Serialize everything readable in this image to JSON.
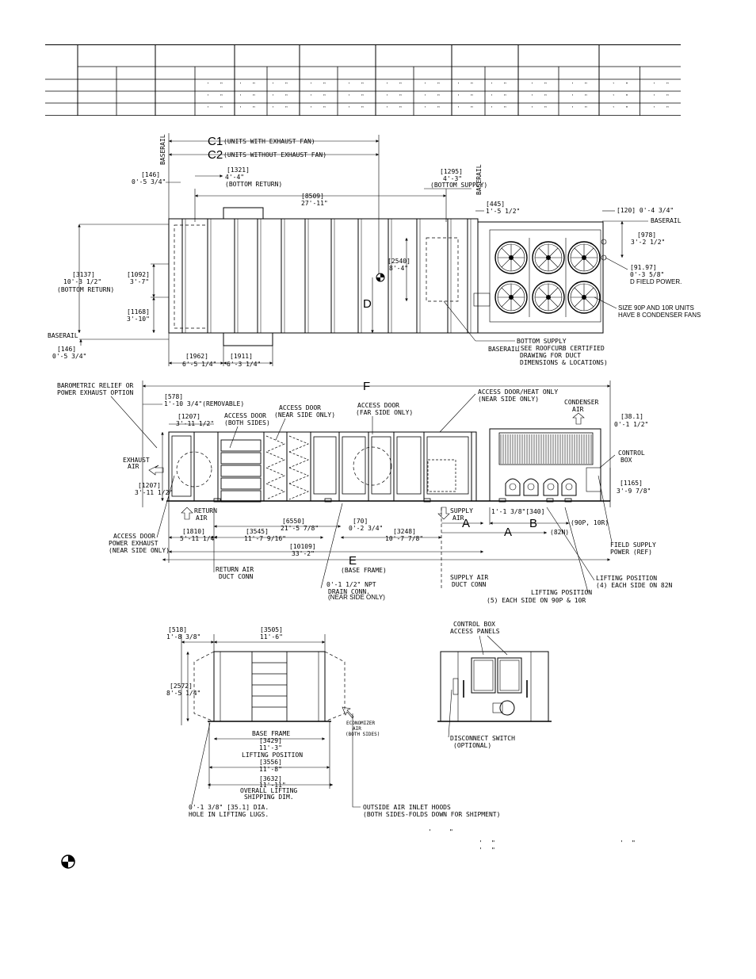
{
  "dims_table": {
    "group_widths": [
      41,
      98,
      100,
      82,
      96,
      96,
      84,
      102,
      103
    ],
    "rows": 3,
    "tick_cols": [
      5,
      9,
      11,
      13,
      15
    ]
  },
  "plan": {
    "c1": "C1",
    "c1_note": "(UNITS WITH EXHAUST FAN)",
    "c2": "C2",
    "c2_note": "(UNITS WITHOUT EXHAUST FAN)",
    "baserail": "BASERAIL",
    "d146_top_mm": "[146]",
    "d146_top_ft": "0'-5 3/4\"",
    "d1321_mm": "[1321]",
    "d1321_ft": "4'-4\"",
    "d1321_note": "(BOTTOM RETURN)",
    "d8509_mm": "[8509]",
    "d8509_ft": "27'-11\"",
    "d1295_mm": "[1295]",
    "d1295_ft": "4'-3\"",
    "d1295_note": "(BOTTOM SUPPLY)",
    "d445_mm": "[445]",
    "d445_ft": "1'-5 1/2\"",
    "d120": "[120] 0'-4 3/4\"",
    "d978_mm": "[978]",
    "d978_ft": "3'-2 1/2\"",
    "d2540_mm": "[2540]",
    "d2540_ft": "8'-4\"",
    "d3137_mm": "[3137]",
    "d3137_ft": "10'-3 1/2\"",
    "d3137_note": "(BOTTOM RETURN)",
    "d1092_mm": "[1092]",
    "d1092_ft": "3'-7\"",
    "d1168_mm": "[1168]",
    "d1168_ft": "3'-10\"",
    "d146_bot_mm": "[146]",
    "d146_bot_ft": "0'-5 3/4\"",
    "d1962_mm": "[1962]",
    "d1962_ft": "6'-5 1/4\"",
    "d1911_mm": "[1911]",
    "d1911_ft": "6'-3 1/4\"",
    "d_label": "D",
    "d9197_mm": "[91.97]",
    "d9197_ft": "0'-3 5/8\"",
    "d9197_note": "D FIELD POWER.",
    "fans_note1": "SIZE 90P AND 10R UNITS",
    "fans_note2": "HAVE 8 CONDENSER FANS",
    "bottom_supply1": "BOTTOM SUPPLY",
    "bottom_supply2": "(SEE ROOFCURB CERTIFIED",
    "bottom_supply3": "DRAWING FOR DUCT",
    "bottom_supply4": "DIMENSIONS & LOCATIONS)"
  },
  "side": {
    "baro1": "BAROMETRIC RELIEF OR",
    "baro2": "POWER EXHAUST OPTION",
    "f_label": "F",
    "d578_mm": "[578]",
    "d578_ft": "1'-10 3/4\"(REMOVABLE)",
    "d1207_top_mm": "[1207]",
    "d1207_top_ft": "3'-11 1/2\"",
    "access_both1": "ACCESS DOOR",
    "access_both2": "(BOTH SIDES)",
    "access_near1": "ACCESS DOOR",
    "access_near2": "(NEAR SIDE ONLY)",
    "access_far1": "ACCESS DOOR",
    "access_far2": "(FAR SIDE ONLY)",
    "access_heat1": "ACCESS DOOR/HEAT ONLY",
    "access_heat2": "(NEAR SIDE ONLY)",
    "condenser1": "CONDENSER",
    "condenser2": "AIR",
    "d381_mm": "[38.1]",
    "d381_ft": "0'-1 1/2\"",
    "control1": "CONTROL",
    "control2": "BOX",
    "exhaust1": "EXHAUST",
    "exhaust2": "AIR",
    "d1207_bot_mm": "[1207]",
    "d1207_bot_ft": "3'-11 1/2\"",
    "return1": "RETURN",
    "return2": "AIR",
    "supply1": "SUPPLY",
    "supply2": "AIR",
    "d1165_mm": "[1165]",
    "d1165_ft": "3'-9 7/8\"",
    "d6550_mm": "[6550]",
    "d6550_ft": "21'-5 7/8\"",
    "d70_mm": "[70]",
    "d70_ft": "0'-2 3/4\"",
    "a_label": "A",
    "a_label2": "A",
    "d340": "1'-1 3/8\"[340]",
    "b_label": "B",
    "models_90p": "(90P, 10R)",
    "models_82n": "(82N)",
    "access_pe1": "ACCESS DOOR",
    "access_pe2": "POWER EXHAUST",
    "access_pe3": "(NEAR SIDE ONLY)",
    "d1810_mm": "[1810]",
    "d1810_ft": "5'-11 1/4\"",
    "d3545_mm": "[3545]",
    "d3545_ft": "11'-7 9/16\"",
    "d3248_mm": "[3248]",
    "d3248_ft": "10'-7 7/8\"",
    "field_supply1": "FIELD SUPPLY",
    "field_supply2": "POWER (REF)",
    "d10109_mm": "[10109]",
    "d10109_ft": "33'-2\"",
    "e_label": "E",
    "base_frame": "(BASE FRAME)",
    "return_duct1": "RETURN AIR",
    "return_duct2": "DUCT CONN",
    "drain1": "0'-1 1/2\" NPT",
    "drain2": "DRAIN CONN.",
    "drain3": "(NEAR SIDE ONLY)",
    "supply_duct1": "SUPPLY AIR",
    "supply_duct2": "DUCT CONN",
    "lift82_1": "LIFTING POSITION",
    "lift82_2": "(4) EACH SIDE ON 82N",
    "lift90_1": "LIFTING POSITION",
    "lift90_2": "(5) EACH SIDE ON 90P & 10R"
  },
  "end": {
    "d518_mm": "[518]",
    "d518_ft": "1'-8 3/8\"",
    "d3505_mm": "[3505]",
    "d3505_ft": "11'-6\"",
    "d2572_mm": "[2572]",
    "d2572_ft": "8'-5 1/4\"",
    "econ1": "ECONOMIZER",
    "econ2": "AIR",
    "econ3": "(BOTH SIDES)",
    "base_frame": "BASE FRAME",
    "d3429_mm": "[3429]",
    "d3429_ft": "11'-3\"",
    "lifting": "LIFTING POSITION",
    "d3556_mm": "[3556]",
    "d3556_ft": "11'-8\"",
    "d3632_mm": "[3632]",
    "d3632_ft": "11'-11\"",
    "overall1": "OVERALL LIFTING",
    "overall2": "SHIPPING DIM.",
    "hole1": "0'-1 3/8\" [35.1] DIA.",
    "hole2": "HOLE IN LIFTING LUGS.",
    "hoods1": "OUTSIDE AIR INLET HOODS",
    "hoods2": "(BOTH SIDES-FOLDS DOWN FOR SHIPMENT)",
    "cb1": "CONTROL BOX",
    "cb2": "ACCESS PANELS",
    "disc1": "DISCONNECT SWITCH",
    "disc2": "(OPTIONAL)"
  }
}
